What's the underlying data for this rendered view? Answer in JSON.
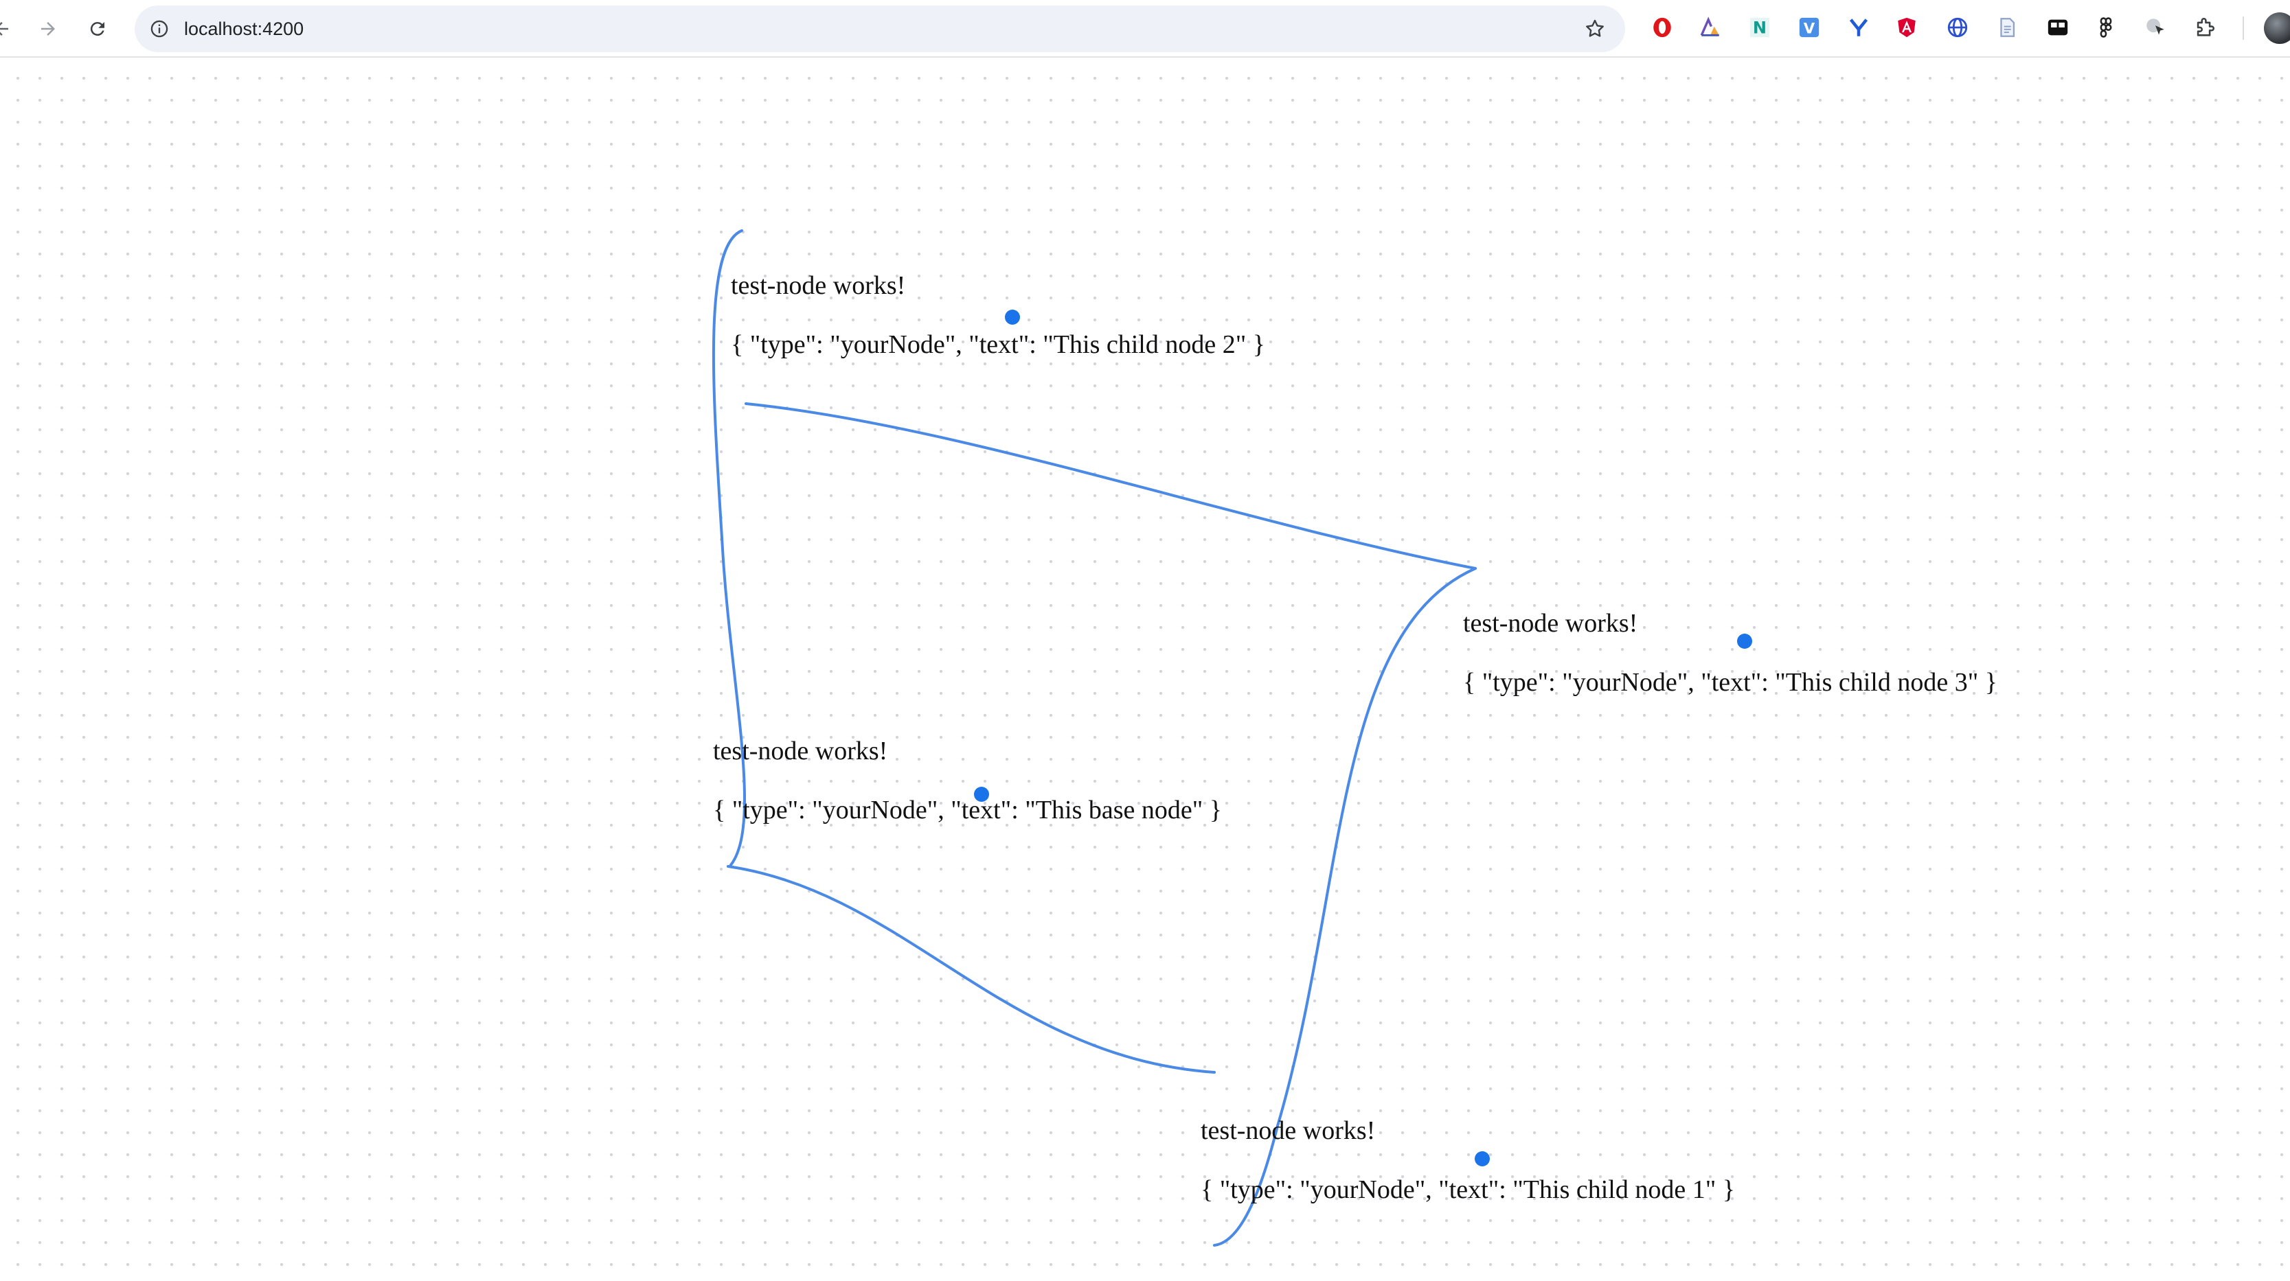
{
  "browser": {
    "url": "localhost:4200",
    "back_icon": "back-arrow-icon",
    "forward_icon": "forward-arrow-icon",
    "reload_icon": "reload-icon",
    "bookmark_icon": "star-outline-icon",
    "extensions": [
      {
        "name": "opera-extension-icon",
        "color": "#e0161b"
      },
      {
        "name": "chart-extension-icon",
        "color": "#6b4fbb"
      },
      {
        "name": "notion-n-extension-icon",
        "color": "#0f9d8f"
      },
      {
        "name": "vue-v-extension-icon",
        "color": "#4a8fe7"
      },
      {
        "name": "y-extension-icon",
        "color": "#1f5bd8"
      },
      {
        "name": "angular-extension-icon",
        "color": "#dd0031"
      },
      {
        "name": "globe-extension-icon",
        "color": "#2b4fcf"
      },
      {
        "name": "document-extension-icon",
        "color": "#8ea2c8"
      },
      {
        "name": "devices-extension-icon",
        "color": "#111111"
      },
      {
        "name": "figma-extension-icon",
        "color": "#222222"
      },
      {
        "name": "cursor-extension-icon",
        "color": "#555555"
      },
      {
        "name": "puzzle-extensions-icon",
        "color": "#3c4043"
      }
    ],
    "profile_icon": "profile-avatar-icon"
  },
  "nodes": [
    {
      "id": "child2",
      "title": "test-node works!",
      "json": "{ \"type\": \"yourNode\", \"text\": \"This child node 2\" }"
    },
    {
      "id": "child3",
      "title": "test-node works!",
      "json": "{ \"type\": \"yourNode\", \"text\": \"This child node 3\" }"
    },
    {
      "id": "base",
      "title": "test-node works!",
      "json": "{ \"type\": \"yourNode\", \"text\": \"This base node\" }"
    },
    {
      "id": "child1",
      "title": "test-node works!",
      "json": "{ \"type\": \"yourNode\", \"text\": \"This child node 1\" }"
    }
  ],
  "colors": {
    "edge": "#4a8ae6",
    "handle": "#1a73e8",
    "canvas_dot": "#d2d6dc"
  }
}
